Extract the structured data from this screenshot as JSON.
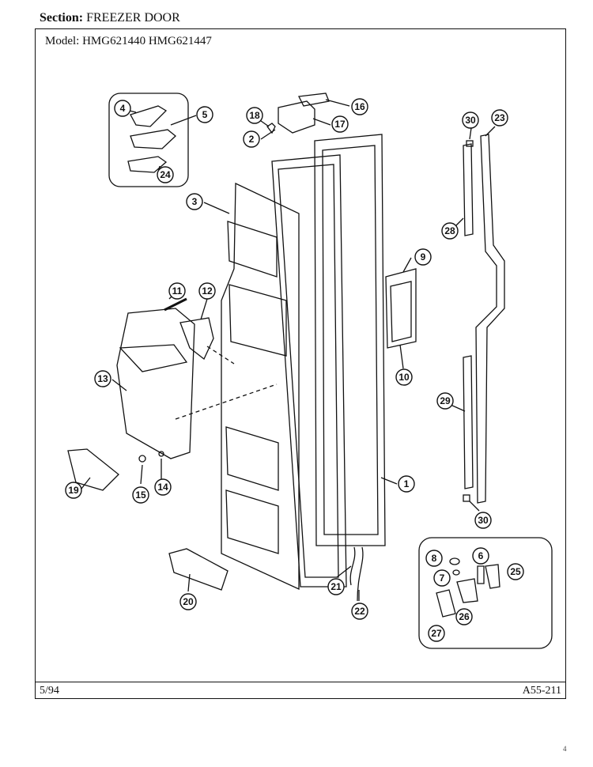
{
  "header": {
    "section_label": "Section:",
    "section_value": "FREEZER DOOR",
    "model_label": "Model:",
    "model_values": "HMG621440  HMG621447"
  },
  "footer": {
    "date": "5/94",
    "code": "A55-211",
    "corner_mark": "4"
  },
  "callouts": {
    "c1": "1",
    "c2": "2",
    "c3": "3",
    "c4": "4",
    "c5": "5",
    "c6": "6",
    "c7": "7",
    "c8": "8",
    "c9": "9",
    "c10": "10",
    "c11": "11",
    "c12": "12",
    "c13": "13",
    "c14": "14",
    "c15": "15",
    "c16": "16",
    "c17": "17",
    "c18": "18",
    "c19": "19",
    "c20": "20",
    "c21": "21",
    "c22": "22",
    "c23": "23",
    "c24": "24",
    "c25": "25",
    "c26": "26",
    "c27": "27",
    "c28": "28",
    "c29": "29",
    "c30a": "30",
    "c30b": "30"
  },
  "colors": {
    "ink": "#111111",
    "paper": "#ffffff"
  }
}
